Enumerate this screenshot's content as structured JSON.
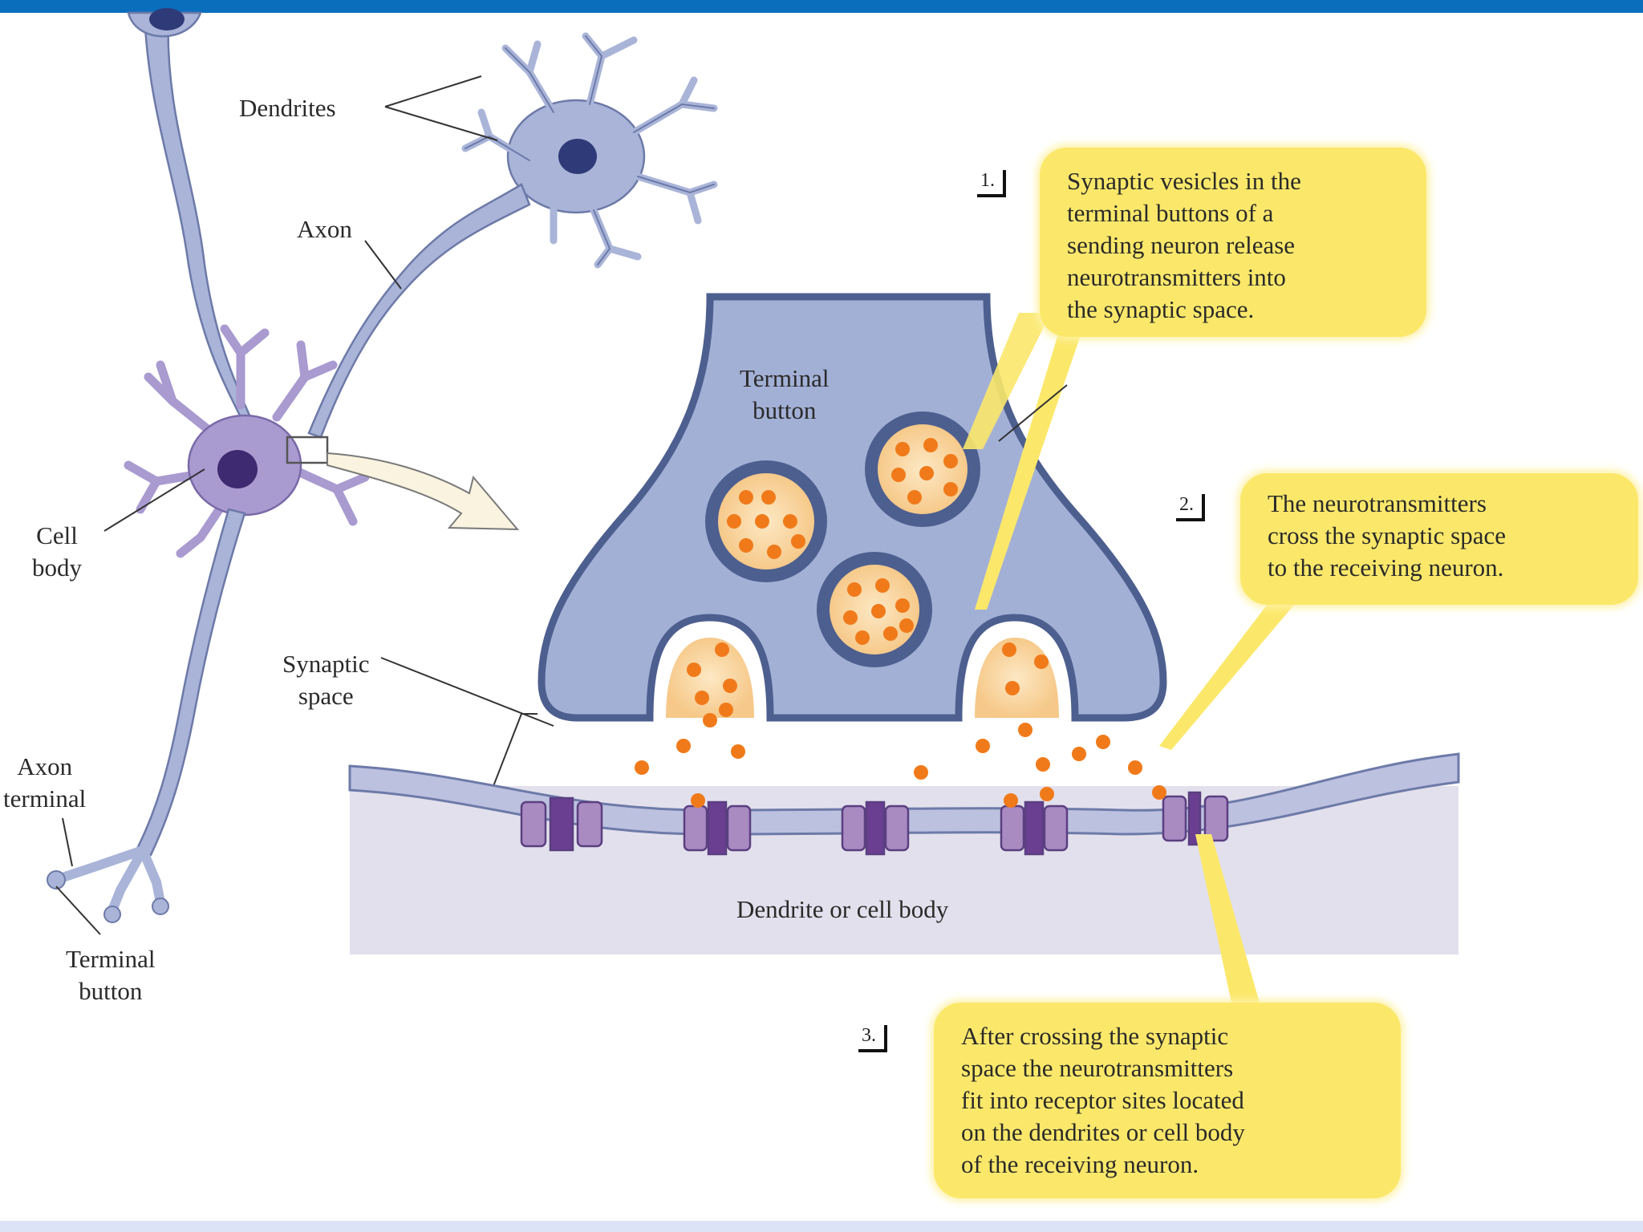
{
  "labels": {
    "dendrites": "Dendrites",
    "axon": "Axon",
    "cell_body": [
      "Cell",
      "body"
    ],
    "synaptic_space": [
      "Synaptic",
      "space"
    ],
    "axon_terminal": [
      "Axon",
      "terminal"
    ],
    "terminal_button_left": [
      "Terminal",
      "button"
    ],
    "terminal_button_main": [
      "Terminal",
      "button"
    ],
    "dendrite_or_cell_body": "Dendrite or cell body"
  },
  "steps": [
    {
      "number": "1.",
      "lines": [
        "Synaptic vesicles in the",
        "terminal buttons of a",
        "sending neuron release",
        "neurotransmitters into",
        "the synaptic space."
      ]
    },
    {
      "number": "2.",
      "lines": [
        "The neurotransmitters",
        "cross the synaptic space",
        "to the receiving neuron."
      ]
    },
    {
      "number": "3.",
      "lines": [
        "After crossing the synaptic",
        "space the neurotransmitters",
        "fit into receptor sites located",
        "on the dendrites or cell body",
        "of the receiving neuron."
      ]
    }
  ],
  "colors": {
    "header_bar": "#0a6ebd",
    "neuron": "#a9b4d8",
    "cell_body": "#a99ad0",
    "terminal_button": "#a3b0d6",
    "membrane_edge": "#4d5f8f",
    "neurotransmitter": "#f07a1a",
    "vesicle_fill": "#fbd9a2",
    "receptor": "#a98bc2",
    "callout": "#fbe86a",
    "receiving_region": "#e2e0ec"
  }
}
